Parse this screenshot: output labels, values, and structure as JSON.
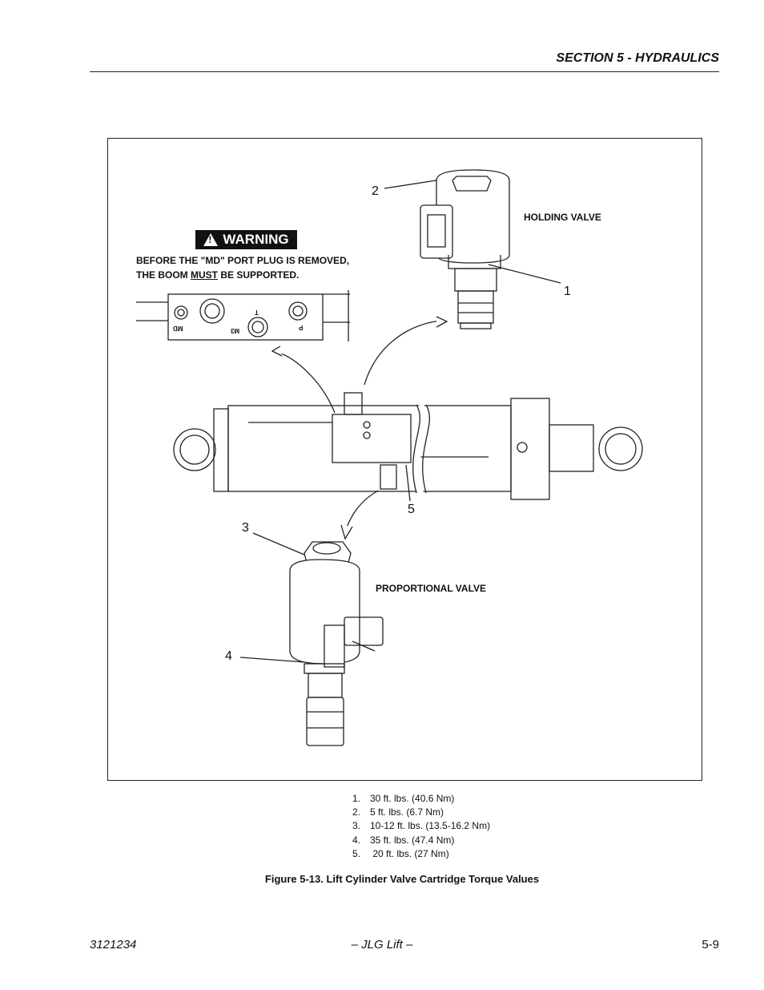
{
  "header": {
    "section_title": "SECTION 5 - HYDRAULICS"
  },
  "figure": {
    "callouts": [
      "2",
      "1",
      "5",
      "3",
      "4"
    ],
    "labels": {
      "holding_valve": "HOLDING VALVE",
      "proportional_valve": "PROPORTIONAL VALVE"
    },
    "warning": {
      "badge": "WARNING",
      "line1": "BEFORE THE \"MD\" PORT PLUG IS REMOVED,",
      "line2_pre": "THE BOOM ",
      "line2_emph": "MUST",
      "line2_post": " BE SUPPORTED."
    },
    "port_labels": {
      "md": "MD",
      "m3": "M3",
      "t": "T",
      "p": "P"
    }
  },
  "legend": [
    {
      "num": "1.",
      "text": "30 ft. lbs. (40.6 Nm)"
    },
    {
      "num": "2.",
      "text": "5 ft. lbs. (6.7 Nm)"
    },
    {
      "num": "3.",
      "text": "10-12 ft. lbs. (13.5-16.2 Nm)"
    },
    {
      "num": "4.",
      "text": "35 ft. lbs. (47.4 Nm)"
    },
    {
      "num": "5.",
      "text": " 20 ft. lbs. (27 Nm)"
    }
  ],
  "caption": "Figure 5-13.  Lift Cylinder Valve Cartridge Torque Values",
  "footer": {
    "doc_number": "3121234",
    "center": "– JLG Lift –",
    "page": "5-9"
  }
}
